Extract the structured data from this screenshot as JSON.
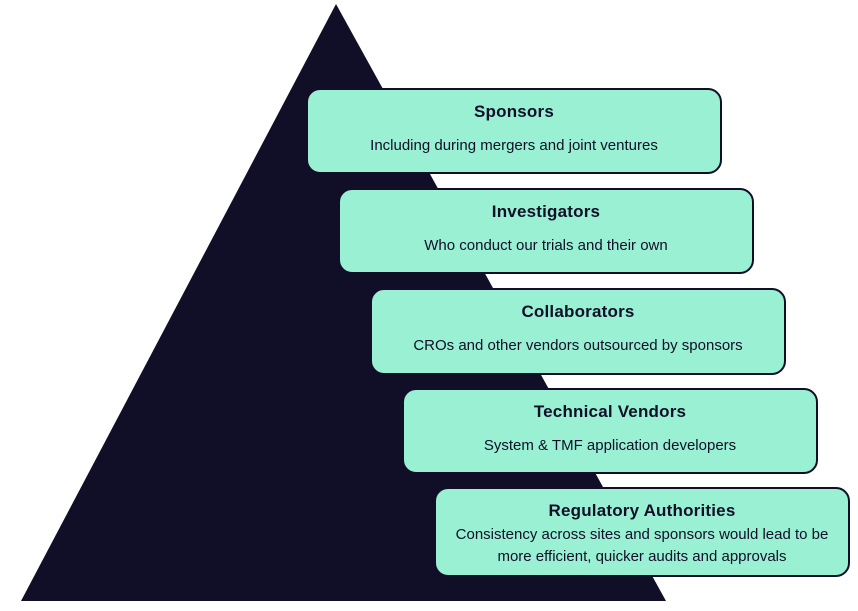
{
  "diagram": {
    "type": "stepped-pyramid",
    "colors": {
      "background": "#FFFFFF",
      "triangle": "#110E28",
      "card_fill": "#99F0D2",
      "card_border": "#110E28",
      "text": "#110E28"
    },
    "levels": [
      {
        "title": "Sponsors",
        "subtitle": "Including during mergers and joint ventures"
      },
      {
        "title": "Investigators",
        "subtitle": "Who conduct our trials and their own"
      },
      {
        "title": "Collaborators",
        "subtitle": "CROs and other vendors outsourced by sponsors"
      },
      {
        "title": "Technical Vendors",
        "subtitle": "System & TMF application developers"
      },
      {
        "title": "Regulatory Authorities",
        "subtitle": "Consistency across sites and sponsors would lead to be more efficient, quicker audits and approvals"
      }
    ]
  }
}
